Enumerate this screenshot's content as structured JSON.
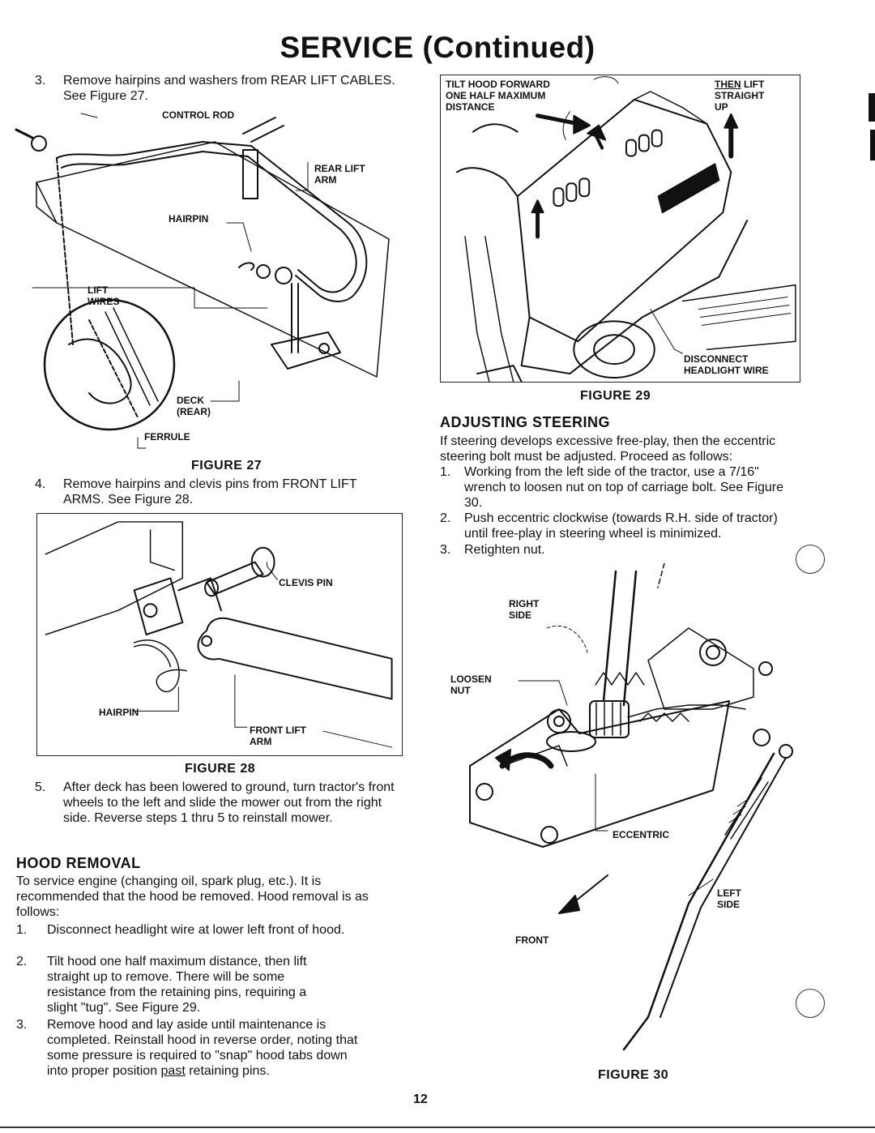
{
  "page_title": "SERVICE (Continued)",
  "page_number": "12",
  "left": {
    "step3": {
      "num": "3.",
      "text": "Remove hairpins and washers from REAR LIFT CABLES.  See Figure 27."
    },
    "fig27": {
      "caption": "FIGURE 27",
      "labels": {
        "control_rod": "CONTROL ROD",
        "rear_lift_arm": "REAR LIFT\nARM",
        "hairpin": "HAIRPIN",
        "lift_wires": "LIFT\nWIRES",
        "deck_rear": "DECK\n(REAR)",
        "ferrule": "FERRULE"
      }
    },
    "step4": {
      "num": "4.",
      "text": "Remove hairpins and clevis pins from FRONT LIFT ARMS.  See Figure 28."
    },
    "fig28": {
      "caption": "FIGURE 28",
      "labels": {
        "clevis_pin": "CLEVIS PIN",
        "hairpin": "HAIRPIN",
        "front_lift_arm": "FRONT LIFT\nARM"
      }
    },
    "step5": {
      "num": "5.",
      "text": "After deck has been lowered to ground, turn tractor's front wheels to the left and slide the mower out from the right side.  Reverse steps 1 thru 5 to reinstall mower."
    },
    "hood_removal": {
      "heading": "HOOD REMOVAL",
      "intro": "To service engine (changing oil, spark plug, etc.).  It is recommended that the hood be removed.  Hood removal is as follows:",
      "steps": [
        {
          "num": "1.",
          "text": "Disconnect headlight wire at lower left front of hood."
        },
        {
          "num": "2.",
          "text": "Tilt hood one half maximum distance, then lift straight up to remove.  There will be some resistance from the retaining pins, requiring a slight \"tug\".  See Figure 29."
        },
        {
          "num": "3.",
          "text_before": "Remove hood and lay aside until maintenance is completed.  Reinstall hood in reverse order, noting that some pressure is required to \"snap\" hood tabs down into proper position ",
          "text_underlined": "past",
          "text_after": " retaining pins."
        }
      ]
    }
  },
  "right": {
    "fig29": {
      "caption": "FIGURE 29",
      "labels": {
        "tilt": "TILT HOOD FORWARD\nONE HALF MAXIMUM\nDISTANCE",
        "then_word": "THEN",
        "then_rest": " LIFT\nSTRAIGHT\nUP",
        "disconnect": "DISCONNECT\nHEADLIGHT WIRE"
      }
    },
    "adjusting_steering": {
      "heading": "ADJUSTING STEERING",
      "intro": "If steering develops excessive free-play, then the eccentric steering bolt must be adjusted.  Proceed as follows:",
      "steps": [
        {
          "num": "1.",
          "text": "Working from the left side of the tractor, use a 7/16\" wrench to loosen nut on top of carriage bolt.  See Figure 30."
        },
        {
          "num": "2.",
          "text": "Push eccentric clockwise (towards R.H. side of tractor) until free-play in steering wheel is minimized."
        },
        {
          "num": "3.",
          "text": "Retighten nut."
        }
      ]
    },
    "fig30": {
      "caption": "FIGURE 30",
      "labels": {
        "right_side": "RIGHT\nSIDE",
        "loosen_nut": "LOOSEN\nNUT",
        "eccentric": "ECCENTRIC",
        "left_side": "LEFT\nSIDE",
        "front": "FRONT"
      }
    }
  }
}
